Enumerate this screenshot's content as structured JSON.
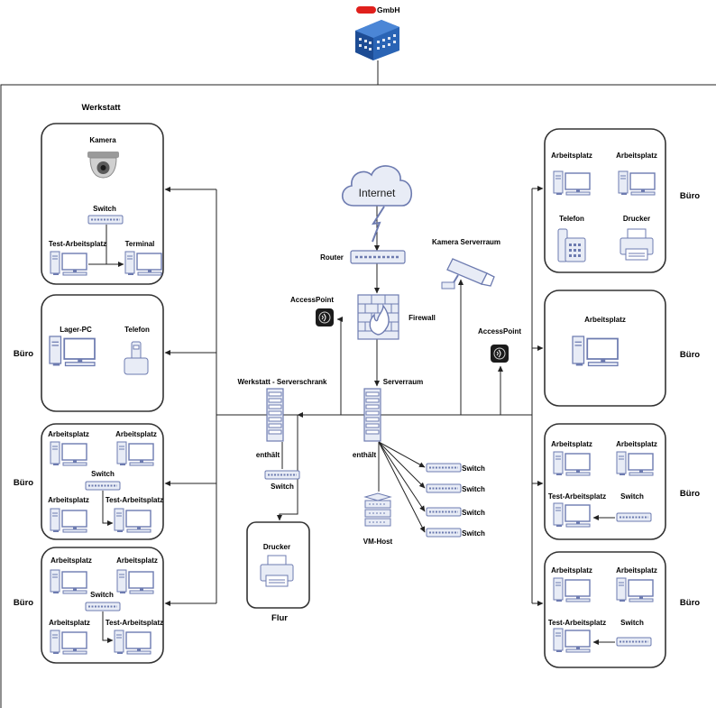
{
  "company": {
    "name": "GmbH",
    "brand_color": "#e0201c",
    "building_icon": "office-building-icon"
  },
  "colors": {
    "device_fill": "#e8ecf6",
    "device_stroke": "#6d7bb0",
    "box_stroke": "#333333",
    "line": "#222222"
  },
  "labels": {
    "werkstatt": "Werkstatt",
    "werkstatt_kamera": "Kamera",
    "werkstatt_switch": "Switch",
    "werkstatt_test": "Test-Arbeitsplatz",
    "werkstatt_terminal": "Terminal",
    "lager_pc": "Lager-PC",
    "lager_telefon": "Telefon",
    "room_lager": "Büro",
    "l3_ap1": "Arbeitsplatz",
    "l3_ap2": "Arbeitsplatz",
    "l3_switch": "Switch",
    "l3_ap3": "Arbeitsplatz",
    "l3_test": "Test-Arbeitsplatz",
    "room_l3": "Büro",
    "l4_ap1": "Arbeitsplatz",
    "l4_ap2": "Arbeitsplatz",
    "l4_switch": "Switch",
    "l4_ap3": "Arbeitsplatz",
    "l4_test": "Test-Arbeitsplatz",
    "room_l4": "Büro",
    "internet": "Internet",
    "router": "Router",
    "firewall": "Firewall",
    "accesspoint_left": "AccessPoint",
    "accesspoint_right": "AccessPoint",
    "kamera_serverraum": "Kamera Serverraum",
    "serverraum": "Serverraum",
    "werkstatt_serverschrank": "Werkstatt - Serverschrank",
    "enthaelt_left": "enthält",
    "enthaelt_right": "enthält",
    "schrank_switch": "Switch",
    "server_switch_1": "Switch",
    "server_switch_2": "Switch",
    "server_switch_3": "Switch",
    "server_switch_4": "Switch",
    "vm_host": "VM-Host",
    "flur_drucker": "Drucker",
    "flur": "Flur",
    "r1_ap1": "Arbeitsplatz",
    "r1_ap2": "Arbeitsplatz",
    "r1_telefon": "Telefon",
    "r1_drucker": "Drucker",
    "room_r1": "Büro",
    "r2_ap": "Arbeitsplatz",
    "room_r2": "Büro",
    "r3_ap1": "Arbeitsplatz",
    "r3_ap2": "Arbeitsplatz",
    "r3_test": "Test-Arbeitsplatz",
    "r3_switch": "Switch",
    "room_r3": "Büro",
    "r4_ap1": "Arbeitsplatz",
    "r4_ap2": "Arbeitsplatz",
    "r4_test": "Test-Arbeitsplatz",
    "r4_switch": "Switch",
    "room_r4": "Büro"
  }
}
